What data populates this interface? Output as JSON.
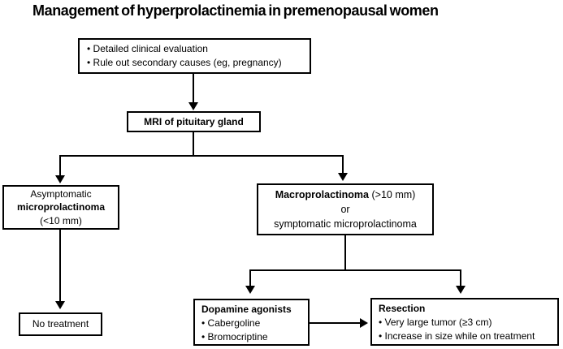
{
  "title": "Management of hyperprolactinemia in premenopausal women",
  "nodes": {
    "initial_eval": {
      "lines": [
        "• Detailed clinical evaluation",
        "• Rule out secondary causes (eg, pregnancy)"
      ]
    },
    "mri": {
      "label": "MRI of pituitary gland"
    },
    "asymptomatic_micro": {
      "line1": "Asymptomatic",
      "line2": "microprolactinoma",
      "line3": "(<10 mm)"
    },
    "macro": {
      "line1_bold": "Macroprolactinoma",
      "line1_rest": "(>10 mm)",
      "line2": "or",
      "line3": "symptomatic microprolactinoma"
    },
    "no_treatment": {
      "label": "No treatment"
    },
    "dopamine_agonists": {
      "heading": "Dopamine agonists",
      "bullets": [
        "• Cabergoline",
        "• Bromocriptine"
      ]
    },
    "resection": {
      "heading": "Resection",
      "bullets": [
        "• Very large tumor (≥3 cm)",
        "• Increase in size while on treatment"
      ]
    }
  },
  "colors": {
    "text": "#000000",
    "border": "#000000",
    "arrow": "#000000",
    "background": "#ffffff"
  }
}
